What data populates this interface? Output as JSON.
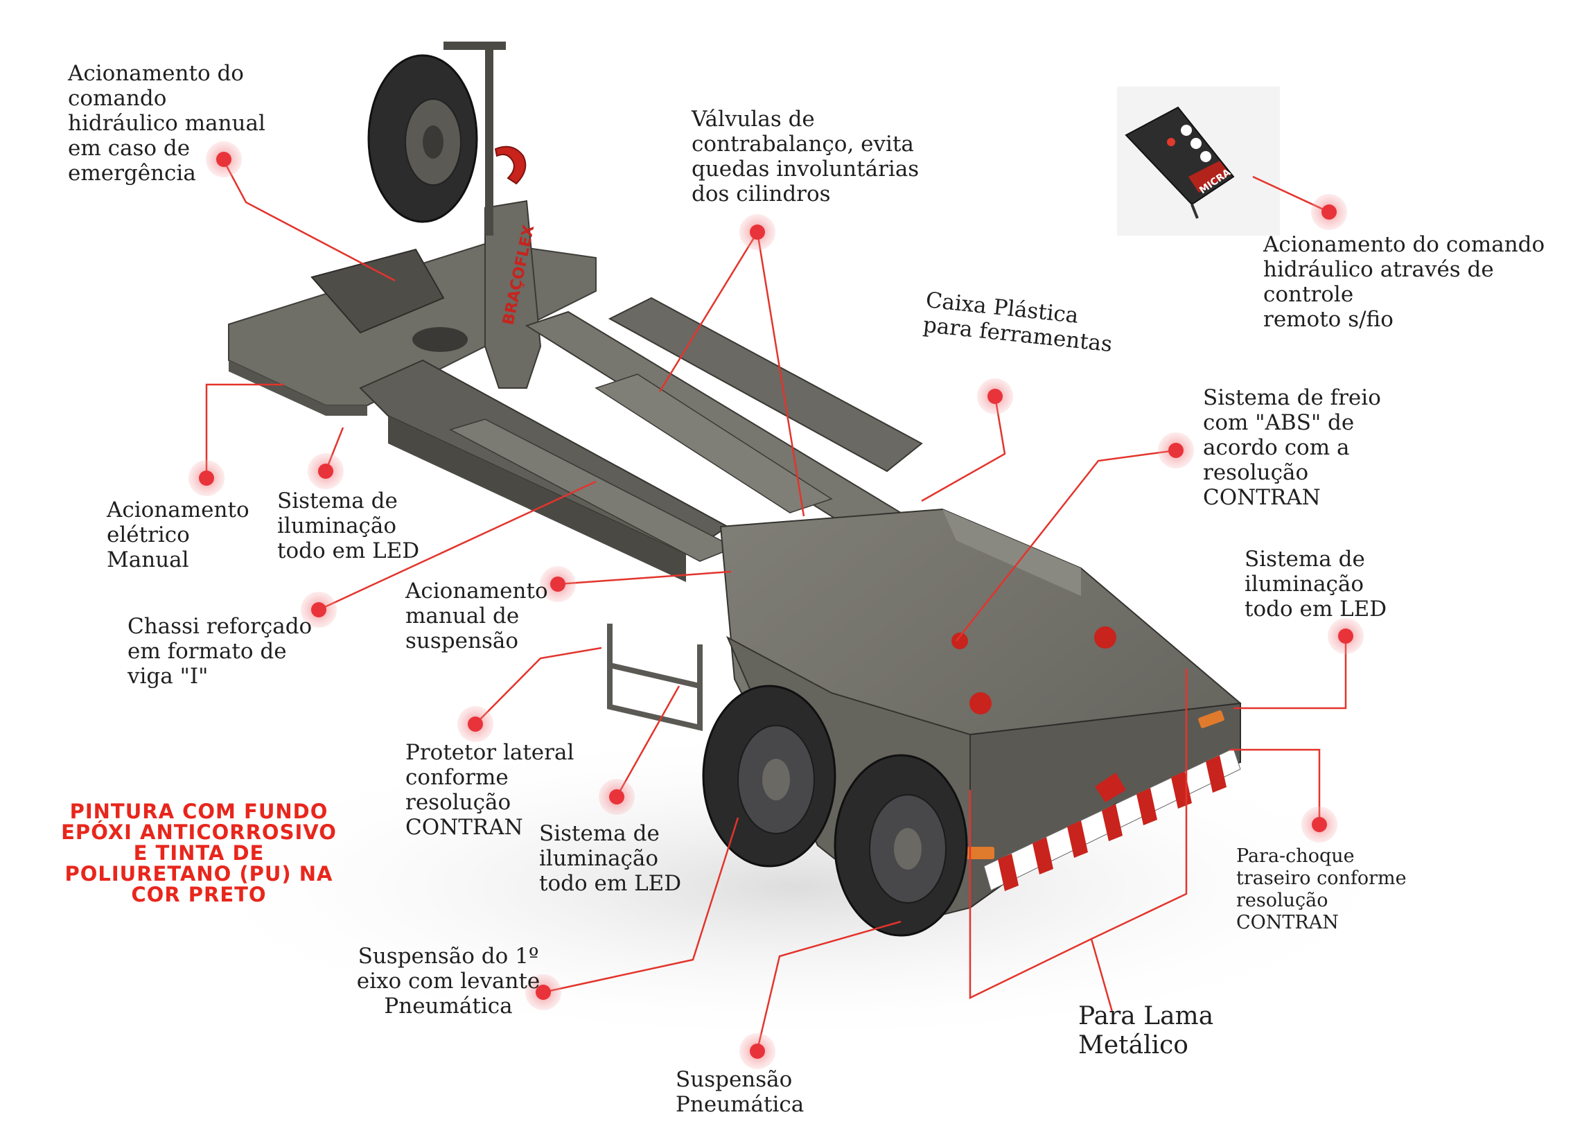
{
  "colors": {
    "callout_line": "#e3342c",
    "callout_dot": "#e8333a",
    "callout_halo": "#f6b3b6",
    "paint_note": "#e8261c",
    "trailer_body": "#6b6a63",
    "trailer_dark": "#4f4e49",
    "tire": "#2a2a2a",
    "accent_red": "#c8231c"
  },
  "icons": {
    "remote": "remote-control-icon",
    "callout": "callout-dot-icon"
  },
  "product": {
    "brand_mark": "BRAÇOFLEX",
    "remote_brand": "MICRA"
  },
  "labels": {
    "emergency_hydraulic": "Acionamento do\ncomando\nhidráulico manual\nem caso de\nemergência",
    "valves": "Válvulas de\ncontrabalanço, evita\nquedas involuntárias\ndos cilindros",
    "remote_hydraulic": "Acionamento do comando\nhidráulico através de controle\nremoto s/fio",
    "tool_box": "Caixa Plástica\npara ferramentas",
    "abs_brake": "Sistema de freio\ncom \"ABS\" de\nacordo com a\nresolução\nCONTRAN",
    "electric_manual": "Acionamento\n elétrico\nManual",
    "led_front": "Sistema de\niluminação\ntodo em LED",
    "chassis": "Chassi reforçado\nem formato de\nviga \"I\"",
    "suspension_manual": "Acionamento\nmanual de\nsuspensão",
    "led_rear": "Sistema de\niluminação\ntodo em LED",
    "side_guard": "Protetor lateral\nconforme\nresolução\nCONTRAN",
    "led_middle": "Sistema de\niluminação\ntodo em LED",
    "bumper": "Para-choque\ntraseiro conforme\nresolução\nCONTRAN",
    "lift_axle": "Suspensão do 1º\neixo com levante\nPneumática",
    "pneumatic_suspension": "Suspensão\nPneumática",
    "mudguard": "Para Lama\nMetálico"
  },
  "paint_note": "PINTURA COM FUNDO\nEPÓXI ANTICORROSIVO\nE TINTA DE\nPOLIURETANO (PU) NA\nCOR PRETO"
}
